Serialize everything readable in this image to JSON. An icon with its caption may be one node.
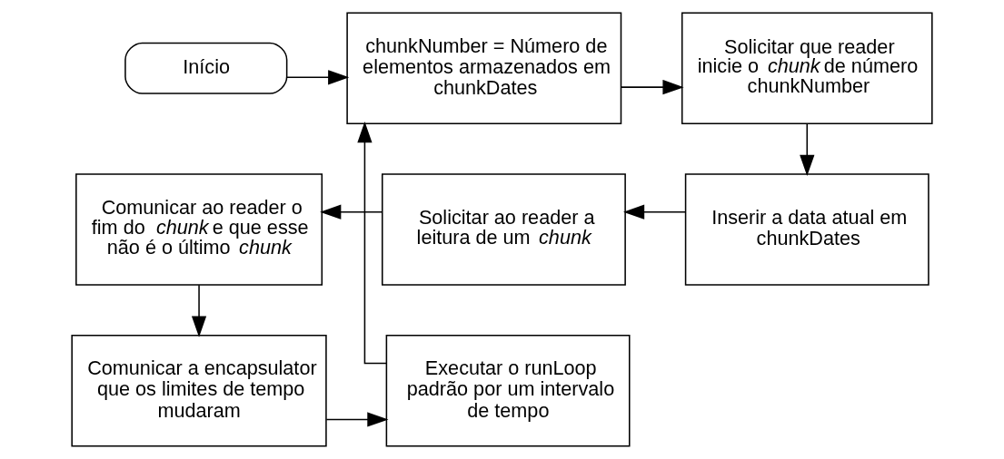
{
  "diagram": {
    "nodes": [
      {
        "text": [
          "Início"
        ]
      },
      {
        "text": [
          "chunkNumber = Número de elementos armazenados em chunkDates"
        ]
      },
      {
        "text": [
          "Solicitar que reader inicie o *chunk* de número chunkNumber"
        ]
      },
      {
        "text": [
          "Inserir a data atual em chunkDates"
        ]
      },
      {
        "text": [
          "Solicitar ao reader a leitura de um *chunk*"
        ]
      },
      {
        "text": [
          "Comunicar ao reader o fim do *chunk* e que esse não é o último *chunk*"
        ]
      },
      {
        "text": [
          "Comunicar a encapsulator que os limites de tempo mudaram"
        ]
      },
      {
        "text": [
          "Executar o runLoop padrão por um intervalo de tempo"
        ]
      }
    ],
    "edges": [
      {
        "from": 0,
        "to": 1,
        "arrow": "to"
      },
      {
        "from": 1,
        "to": 2,
        "arrow": "to"
      },
      {
        "from": 2,
        "to": 3,
        "arrow": "to"
      },
      {
        "from": 3,
        "to": 4,
        "arrow": "to"
      },
      {
        "from": 4,
        "to": 5,
        "arrow": "to"
      },
      {
        "from": 5,
        "to": 6,
        "arrow": "to"
      },
      {
        "from": 6,
        "to": 7,
        "arrow": "to"
      },
      {
        "from": 7,
        "to": 1,
        "arrow": "to"
      }
    ]
  }
}
